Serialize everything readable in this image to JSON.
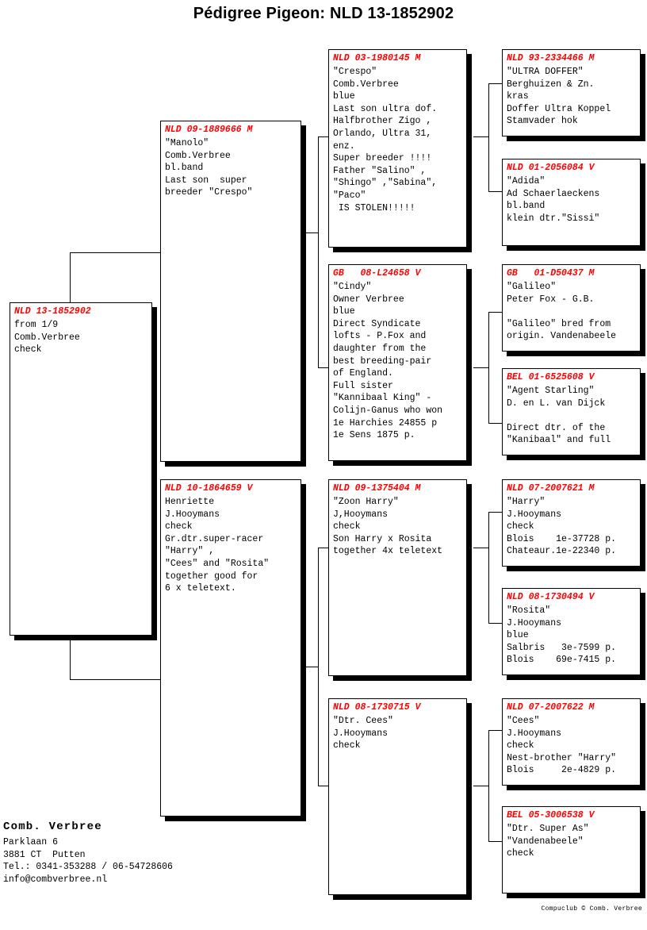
{
  "title": "Pédigree Pigeon: NLD 13-1852902",
  "colors": {
    "header_text": "#ff0000",
    "body_text": "#000000",
    "box_border": "#000000",
    "shadow": "#000000",
    "background": "#ffffff"
  },
  "boxes": {
    "root": {
      "id": "NLD 13-1852902",
      "lines": "from 1/9\nComb.Verbree\ncheck"
    },
    "sire": {
      "id": "NLD 09-1889666 M",
      "lines": "\"Manolo\"\nComb.Verbree\nbl.band\nLast son  super\nbreeder \"Crespo\""
    },
    "dam": {
      "id": "NLD 10-1864659 V",
      "lines": "Henriette\nJ.Hooymans\ncheck\nGr.dtr.super-racer\n\"Harry\" ,\n\"Cees\" and \"Rosita\"\ntogether good for\n6 x teletext."
    },
    "sire_sire": {
      "id": "NLD 03-1980145 M",
      "lines": "\"Crespo\"\nComb.Verbree\nblue\nLast son ultra dof.\nHalfbrother Zigo ,\nOrlando, Ultra 31,\nenz.\nSuper breeder !!!!\nFather \"Salino\" ,\n\"Shingo\" ,\"Sabina\",\n\"Paco\"\n IS STOLEN!!!!!"
    },
    "sire_dam": {
      "id": "GB   08-L24658 V",
      "lines": "\"Cindy\"\nOwner Verbree\nblue\nDirect Syndicate\nlofts - P.Fox and\ndaughter from the\nbest breeding-pair\nof England.\nFull sister\n\"Kannibaal King\" -\nColijn-Ganus who won\n1e Harchies 24855 p\n1e Sens 1875 p."
    },
    "dam_sire": {
      "id": "NLD 09-1375404 M",
      "lines": "\"Zoon Harry\"\nJ,Hooymans\ncheck\nSon Harry x Rosita\ntogether 4x teletext"
    },
    "dam_dam": {
      "id": "NLD 08-1730715 V",
      "lines": "\"Dtr. Cees\"\nJ.Hooymans\ncheck"
    },
    "g4_1": {
      "id": "NLD 93-2334466 M",
      "lines": "\"ULTRA DOFFER\"\nBerghuizen & Zn.\nkras\nDoffer Ultra Koppel\nStamvader hok"
    },
    "g4_2": {
      "id": "NLD 01-2056084 V",
      "lines": "\"Adida\"\nAd Schaerlaeckens\nbl.band\nklein dtr.\"Sissi\""
    },
    "g4_3": {
      "id": "GB   01-D50437 M",
      "lines": "\"Galileo\"\nPeter Fox - G.B.\n\n\"Galileo\" bred from\norigin. Vandenabeele"
    },
    "g4_4": {
      "id": "BEL 01-6525608 V",
      "lines": "\"Agent Starling\"\nD. en L. van Dijck\n\nDirect dtr. of the\n\"Kanibaal\" and full"
    },
    "g4_5": {
      "id": "NLD 07-2007621 M",
      "lines": "\"Harry\"\nJ.Hooymans\ncheck\nBlois    1e-37728 p.\nChateaur.1e-22340 p."
    },
    "g4_6": {
      "id": "NLD 08-1730494 V",
      "lines": "\"Rosita\"\nJ.Hooymans\nblue\nSalbris   3e-7599 p.\nBlois    69e-7415 p."
    },
    "g4_7": {
      "id": "NLD 07-2007622 M",
      "lines": "\"Cees\"\nJ.Hooymans\ncheck\nNest-brother \"Harry\"\nBlois     2e-4829 p."
    },
    "g4_8": {
      "id": "BEL 05-3006538 V",
      "lines": "\"Dtr. Super As\"\n\"Vandenabeele\"\ncheck"
    }
  },
  "footer": {
    "name": "Comb. Verbree",
    "address": "Parklaan 6\n3881 CT  Putten\nTel.: 0341-353288 / 06-54728606\ninfo@combverbree.nl"
  },
  "credit": "Compuclub © Comb. Verbree"
}
